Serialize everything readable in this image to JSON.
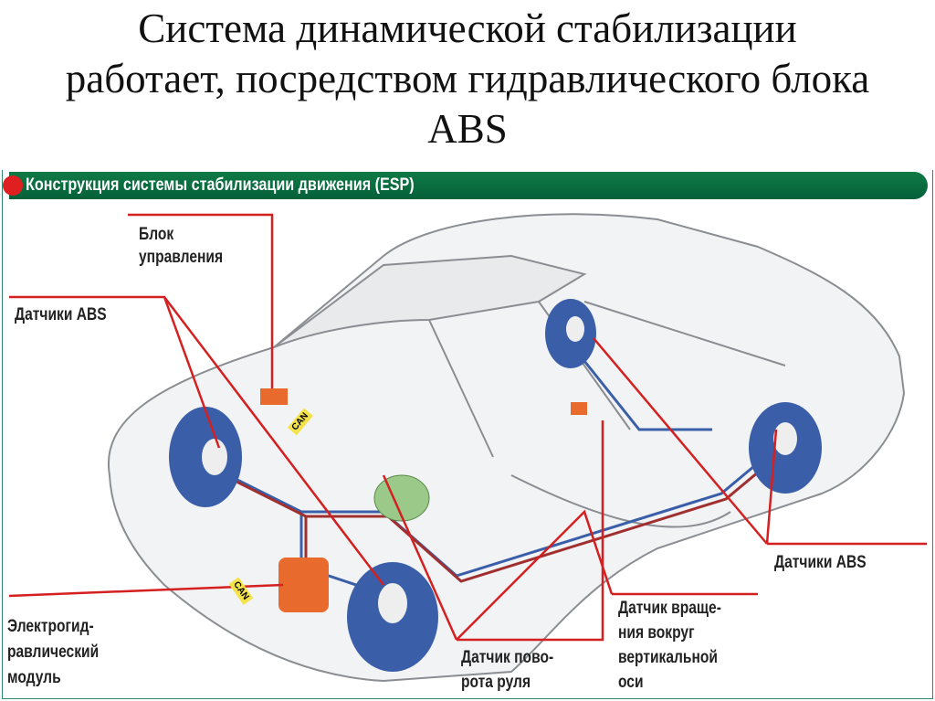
{
  "slide_title": [
    "Система динамической стабилизации",
    "работает, посредством гидравлического блока",
    "ABS"
  ],
  "banner": "Конструкция системы стабилизации движения (ESP)",
  "labels": {
    "control_unit": [
      "Блок",
      "управления"
    ],
    "abs_sensors_left": "Датчики ABS",
    "abs_sensors_right": "Датчики ABS",
    "hydraulic_module": [
      "Электрогид-",
      "равлический",
      "модуль"
    ],
    "steering_sensor": [
      "Датчик пово-",
      "рота руля"
    ],
    "yaw_sensor": [
      "Датчик враще-",
      "ния вокруг",
      "вертикальной",
      "оси"
    ],
    "can_tag": "CAN"
  },
  "colors": {
    "banner": "#0a6b3e",
    "leader": "#d42020",
    "brake_disc": "#3a5fa8",
    "module": "#e86a2c"
  }
}
